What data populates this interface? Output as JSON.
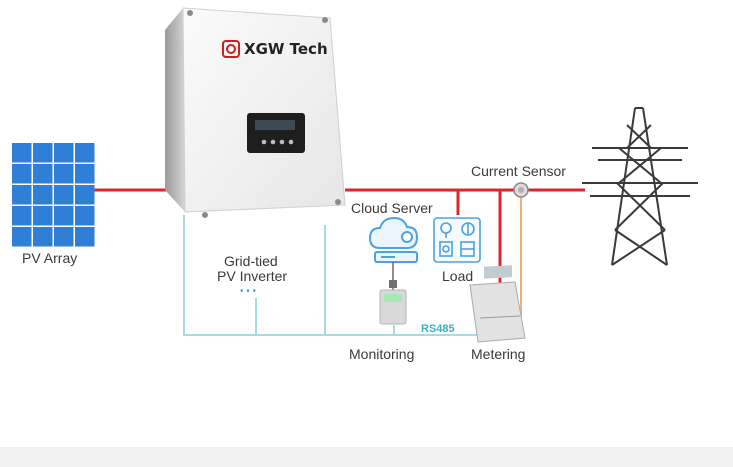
{
  "brand": {
    "name": "XGW Tech",
    "logo_icon": "xgw-logo-icon",
    "color": "#cc1f1f"
  },
  "labels": {
    "pv_array": "PV Array",
    "inverter_line1": "Grid-tied",
    "inverter_line2": "PV Inverter",
    "ellipsis": "• • •",
    "cloud_server": "Cloud Server",
    "load": "Load",
    "current_sensor": "Current Sensor",
    "monitoring": "Monitoring",
    "metering": "Metering",
    "rs485": "RS485"
  },
  "colors": {
    "power_line": "#e0242f",
    "comm_line": "#a8dbe0",
    "sensor_line": "#f2b07a",
    "panel": "#2f7fd6",
    "rs485_text": "#3ab0c8",
    "tower": "#3a3a3a"
  },
  "icons": {
    "solar_panel": "solar-panel-icon",
    "inverter": "inverter-icon",
    "cloud_server": "cloud-server-icon",
    "load": "load-appliances-icon",
    "monitoring": "monitoring-dongle-icon",
    "meter": "energy-meter-icon",
    "sensor": "current-sensor-icon",
    "tower": "transmission-tower-icon"
  }
}
